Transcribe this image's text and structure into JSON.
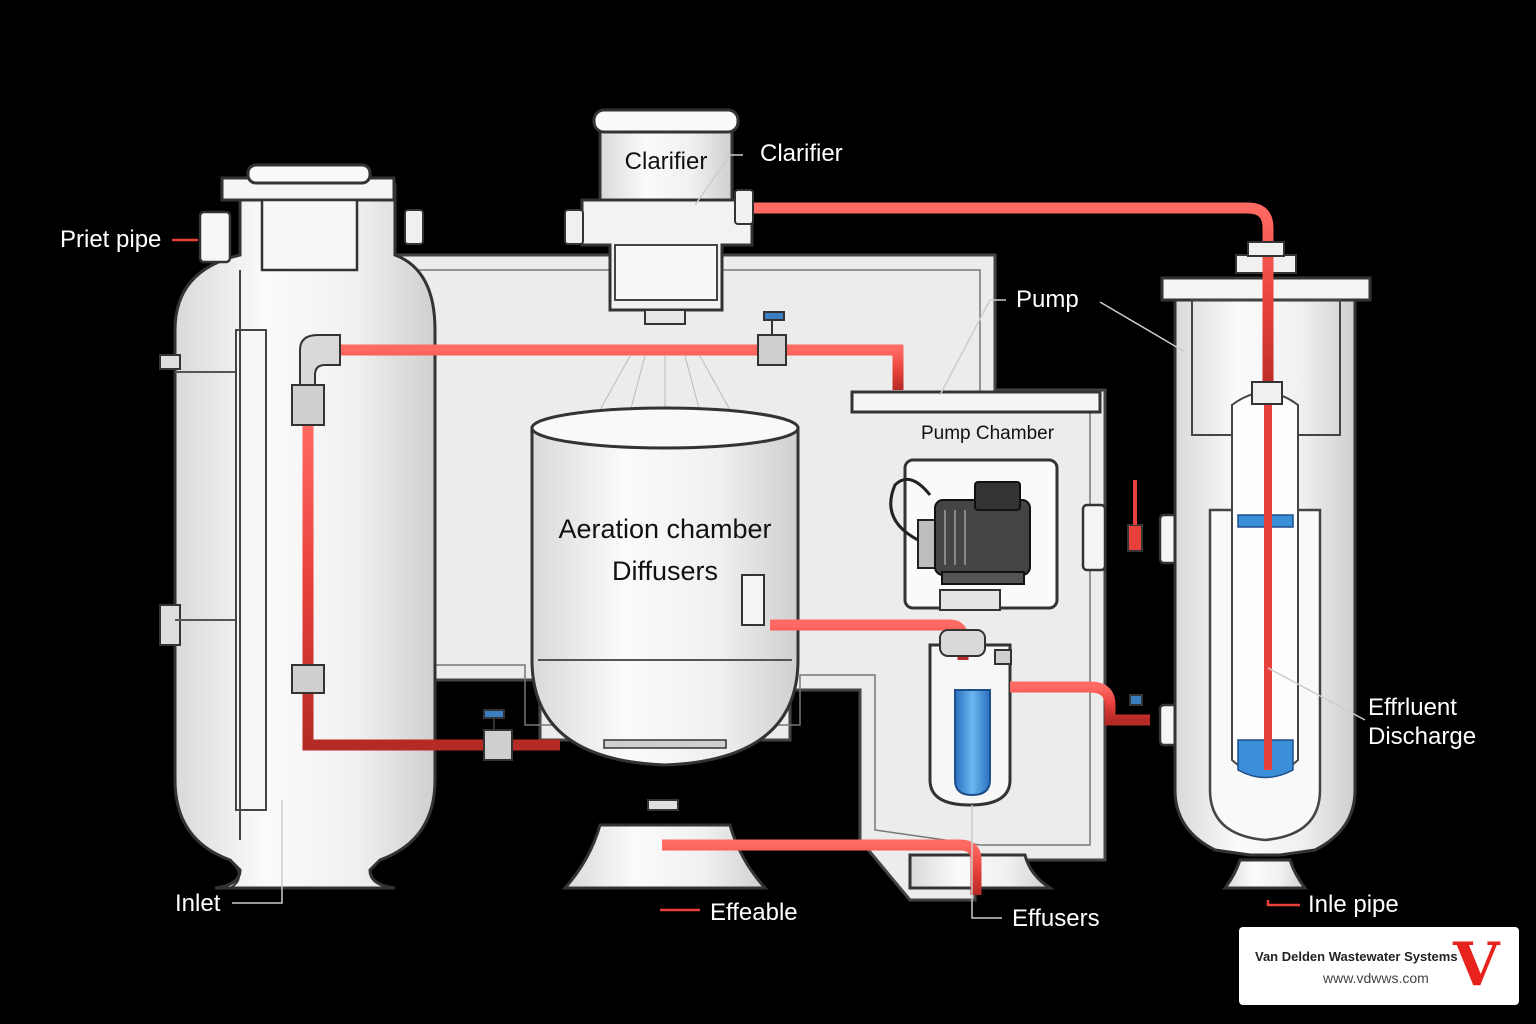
{
  "labels": {
    "clarifier_callout": "Clarifier",
    "priet_pipe": "Priet pipe",
    "pump": "Pump",
    "effluent_discharge_line1": "Effrluent",
    "effluent_discharge_line2": "Discharge",
    "inlet": "Inlet",
    "effeable": "Effeable",
    "effusers": "Effusers",
    "inle_pipe": "Inle pipe"
  },
  "tank_labels": {
    "clarifier": "Clarifier",
    "aeration_line1": "Aeration chamber",
    "aeration_line2": "Diffusers",
    "pump_chamber": "Pump Chamber"
  },
  "brand": {
    "name": "Van Delden Wastewater Systems",
    "url": "www.vdwws.com",
    "mark": "V",
    "mark_color": "#e8221c"
  },
  "colors": {
    "pipe": "#e8413b",
    "water": "#3b8fd9",
    "tank": "#f2f2f2",
    "outline": "#555555"
  }
}
